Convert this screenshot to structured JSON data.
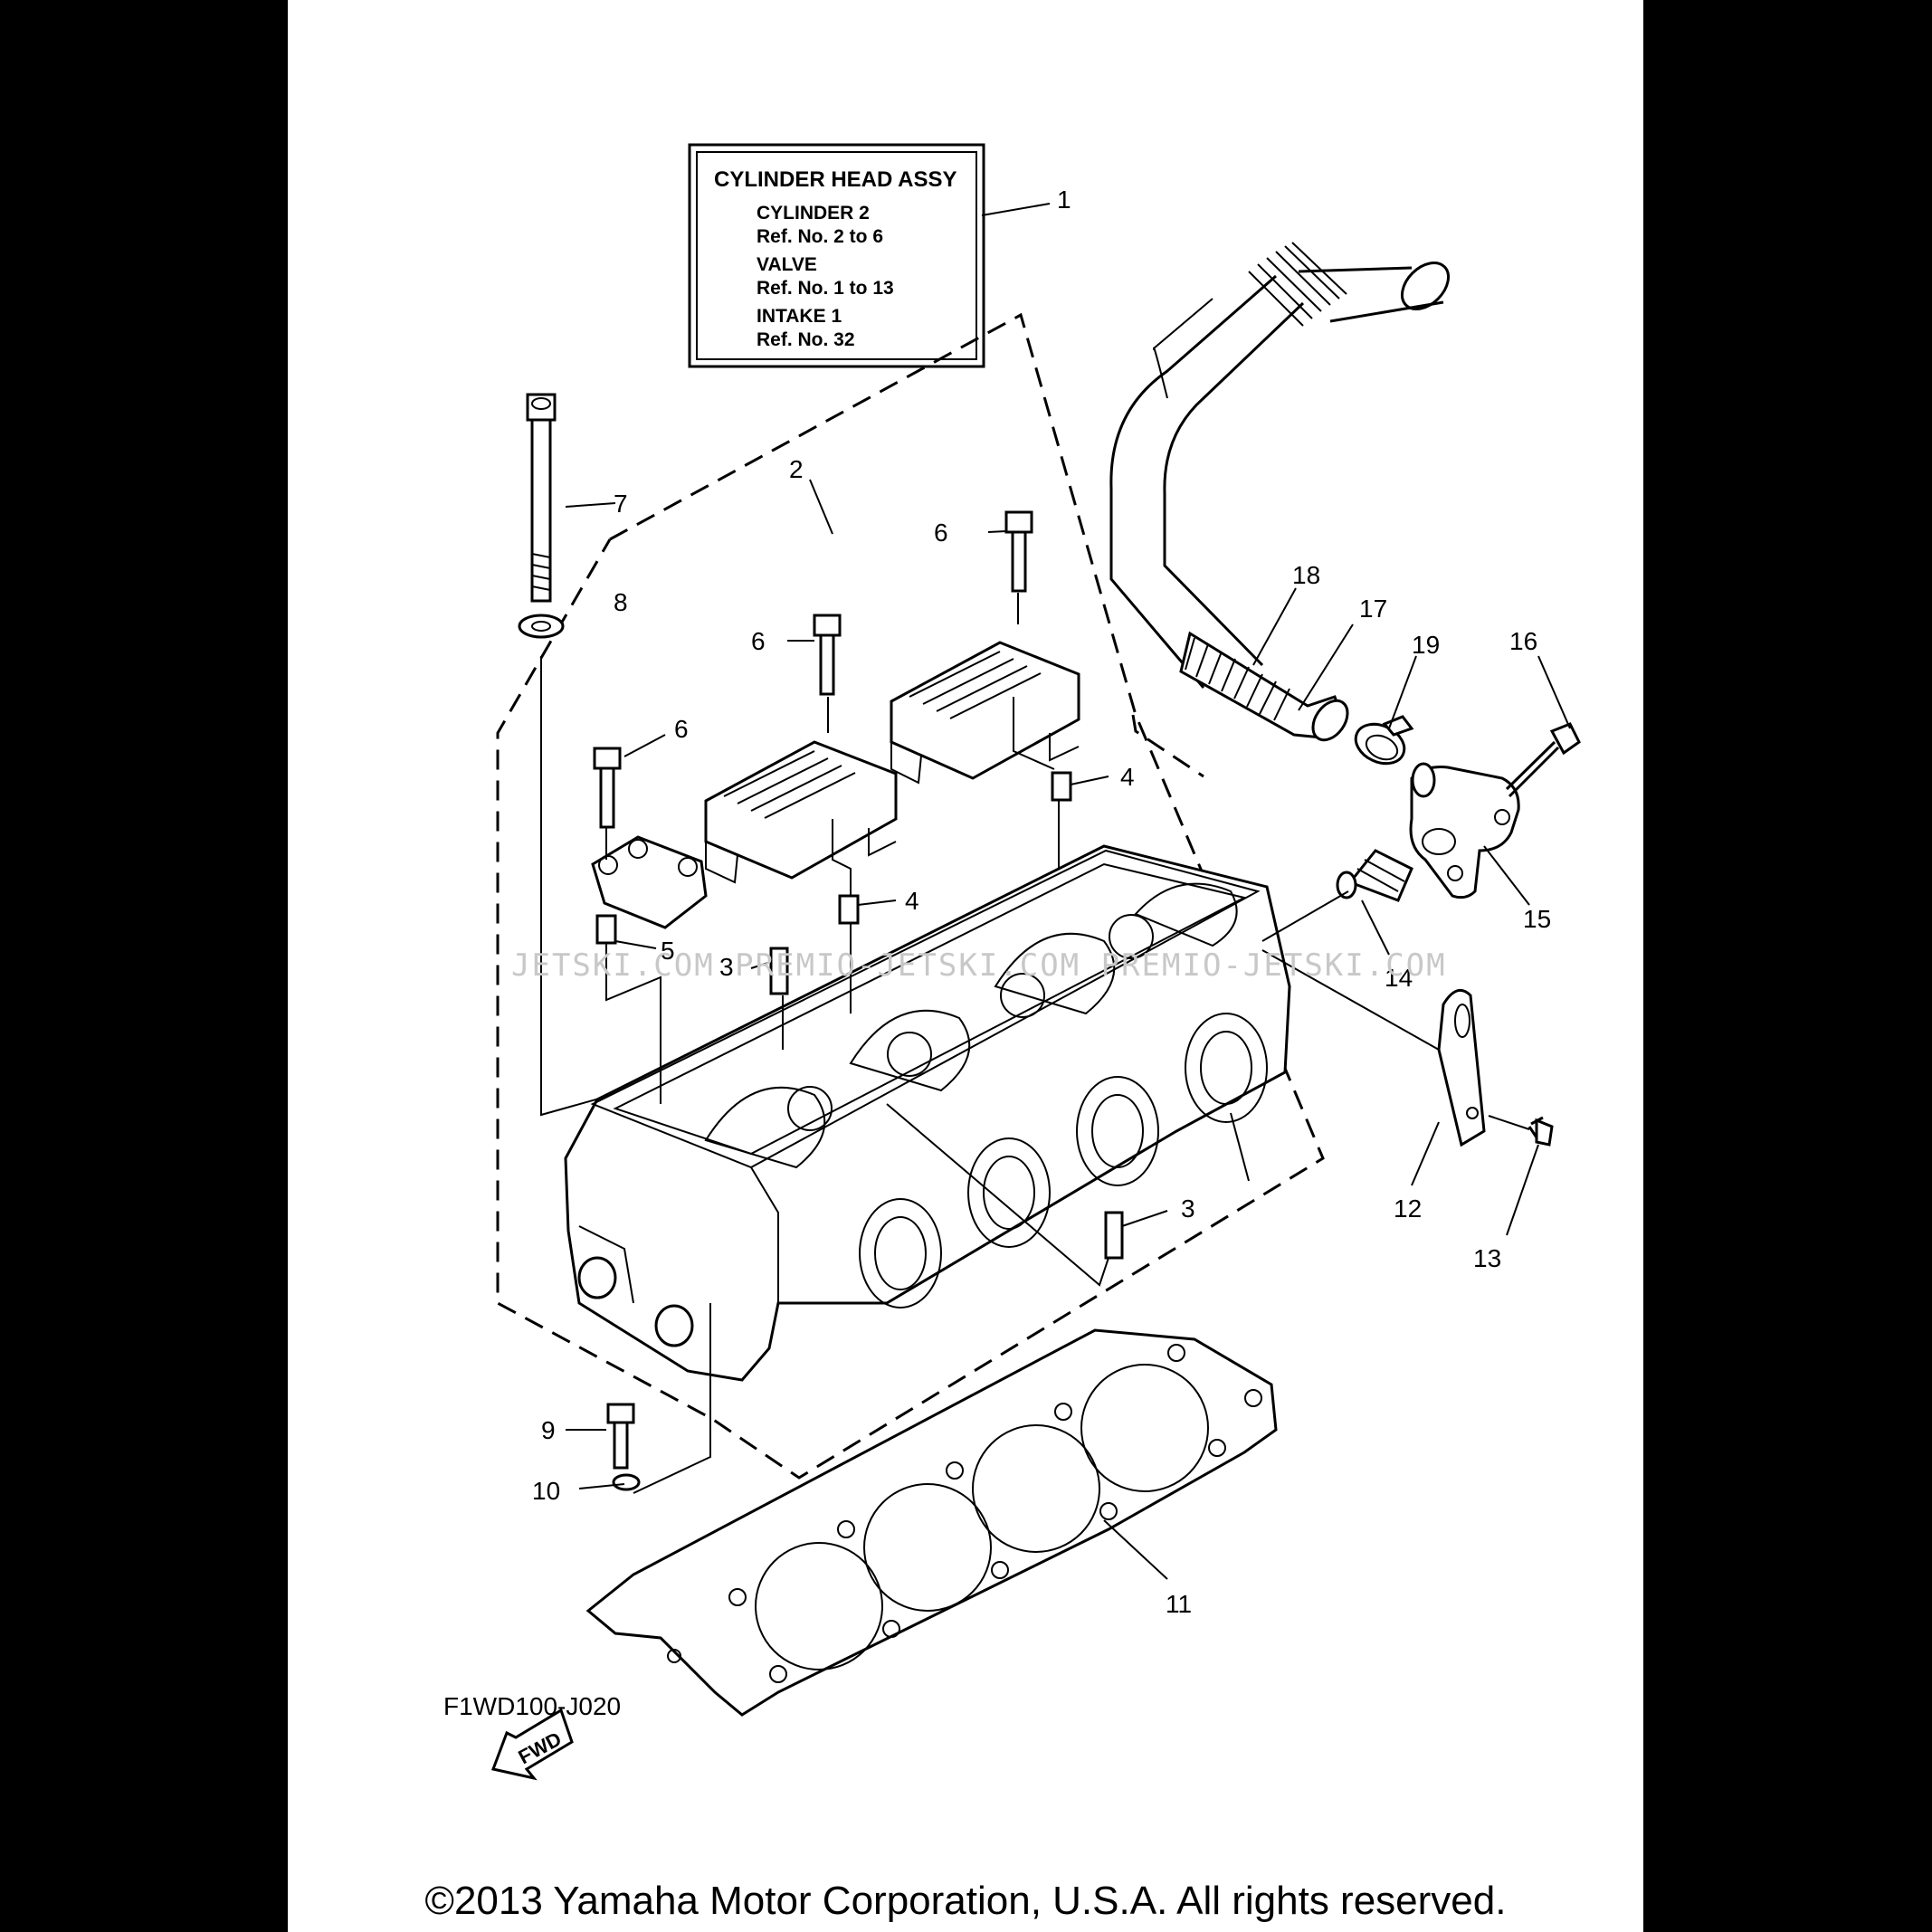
{
  "info_box": {
    "title": "CYLINDER HEAD ASSY",
    "lines": [
      "CYLINDER 2",
      "Ref. No. 2 to 6",
      "VALVE",
      "Ref. No. 1 to 13",
      "INTAKE 1",
      "Ref. No. 32"
    ]
  },
  "callouts": [
    "1",
    "2",
    "3",
    "3",
    "4",
    "4",
    "5",
    "6",
    "6",
    "6",
    "7",
    "8",
    "9",
    "10",
    "11",
    "12",
    "13",
    "14",
    "15",
    "16",
    "17",
    "18",
    "19"
  ],
  "fwd_label": "FWD",
  "figure_code": "F1WD100-J020",
  "watermark": "JETSKI.COM   PREMIO-JETSKI.COM   PREMIO-JETSKI.COM",
  "copyright": "©2013 Yamaha Motor Corporation, U.S.A. All rights reserved."
}
